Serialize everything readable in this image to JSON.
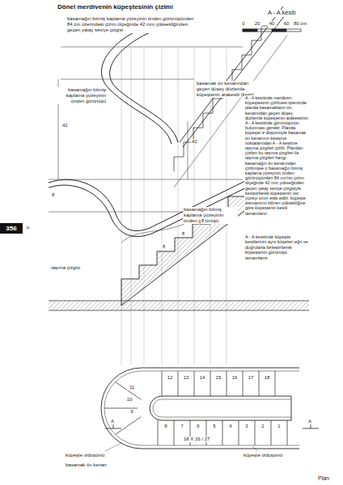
{
  "diagram": {
    "title": "Dönel merdivenin küpeştesinin çizimi",
    "nodes": [
      {
        "text": [
          "356"
        ]
      }
    ],
    "edges": [],
    "labels": [
      "A - A kesiti",
      "0",
      "20",
      "40",
      "60",
      "80 cm",
      "basamağın bitmiş kaplama yüzeyinin önden görünüşünden 84 cm üzerindeki çizim ölçeğinde 42 mm yüksekliğinden geçen yatay seviye çizgisi",
      "basamağın bitmiş kaplama yüzeyinin önden görünüşü",
      "basamak ön kenarından geçen düşey düzlemle küpeştenin arakesiti (kesit)",
      "42",
      "A - A kesitinde merdiven küpeştesinin çizilmesi işleminde planda basamakların ön kenarından geçen düşey düzlemle küpeştenin arakesitinin A - A kesitinde görünüşünün bulunması gerekir. Planda küpeşte iz düşümüyle basamak ön kenarının kesişme noktalarından A - A kesitine taşıma çizgileri çizilir. Plandan çizilen bu taşıma çizgileri ile taşıma çizgileri hangi basamağın ön kenarından çizilmişse o basamağın bitmiş kaplama yüzeyinin önden görünüşünden 84 cm'nin çizim ölçeğinde 42 mm yükseğinden geçen yatay seviye çizgisiyle kesiştirilerek küpeştenin üst yüzeyi sınırı elde edilir. küpeşte elemanının bilinen yüksekliğine göre küpeştenin kesiti tamamlanır.",
      "42",
      "8",
      "basamağın bitmiş kaplama yüzeyinin önden görünüşü",
      "taşıma çizgisi",
      "A - A kesitinde küpeşte kesitlerinin aynı köşeleri eğri ve doğrularla birleştirilerek küpeştenin görünüşü tamamlanır.",
      "12",
      "13",
      "14",
      "15",
      "16",
      "17",
      "18",
      "11",
      "10",
      "9",
      "8",
      "7",
      "6",
      "5",
      "4",
      "3",
      "2",
      "1",
      "18 X 16 / 27",
      "A",
      "A",
      "küpeşte izdüşümü",
      "küpeşte izdüşümü",
      "basamak ön kenarı",
      "Plan",
      ">",
      "8",
      "8",
      "8"
    ]
  }
}
